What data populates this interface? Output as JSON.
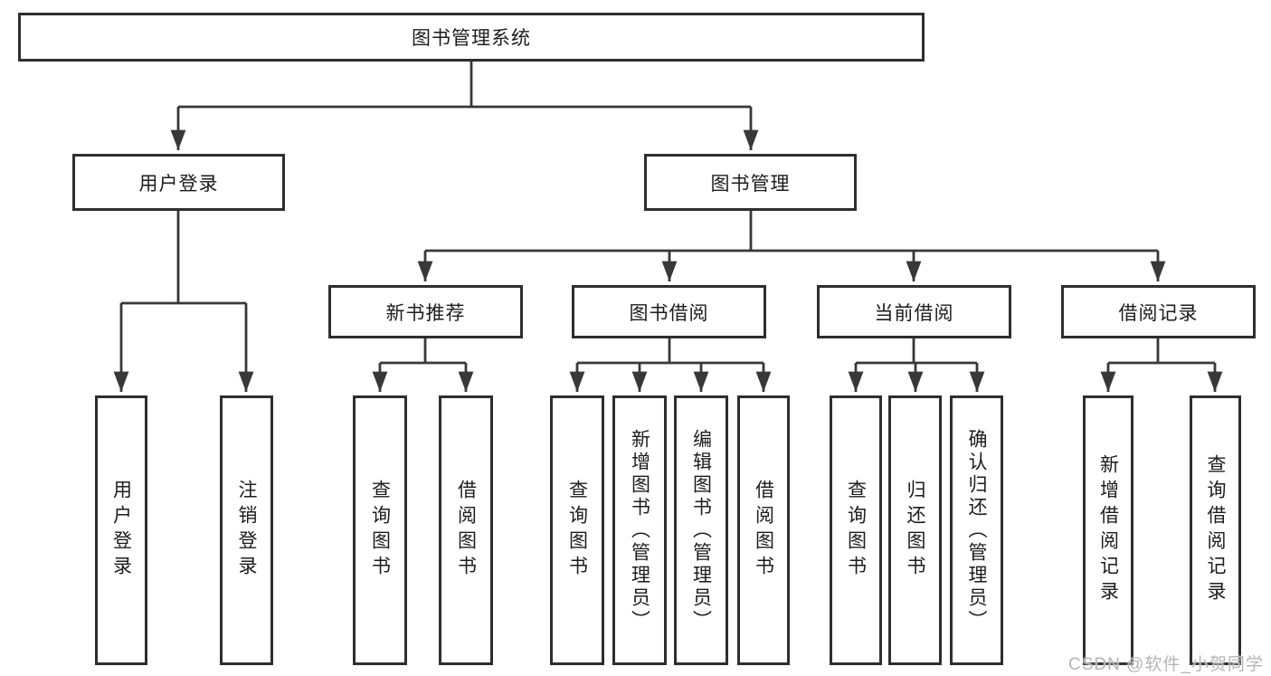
{
  "nodes": {
    "root": "图书管理系统",
    "login": "用户登录",
    "mgmt": "图书管理",
    "newbooks": "新书推荐",
    "borrow": "图书借阅",
    "current": "当前借阅",
    "records": "借阅记录",
    "login_user": "用户登录",
    "login_logout": "注销登录",
    "nb_query": "查询图书",
    "nb_borrow": "借阅图书",
    "bw_query": "查询图书",
    "bw_add": "新增图书（管理员）",
    "bw_edit": "编辑图书（管理员）",
    "bw_borrow": "借阅图书",
    "cu_query": "查询图书",
    "cu_return": "归还图书",
    "cu_confirm": "确认归还（管理员）",
    "rc_add": "新增借阅记录",
    "rc_query": "查询借阅记录"
  },
  "watermark": "CSDN @软件_小贺同学",
  "colors": {
    "line": "#383838",
    "box_border": "#2e2e2e",
    "text": "#1c1c1c",
    "watermark": "#b5b5b5",
    "background": "#ffffff"
  }
}
